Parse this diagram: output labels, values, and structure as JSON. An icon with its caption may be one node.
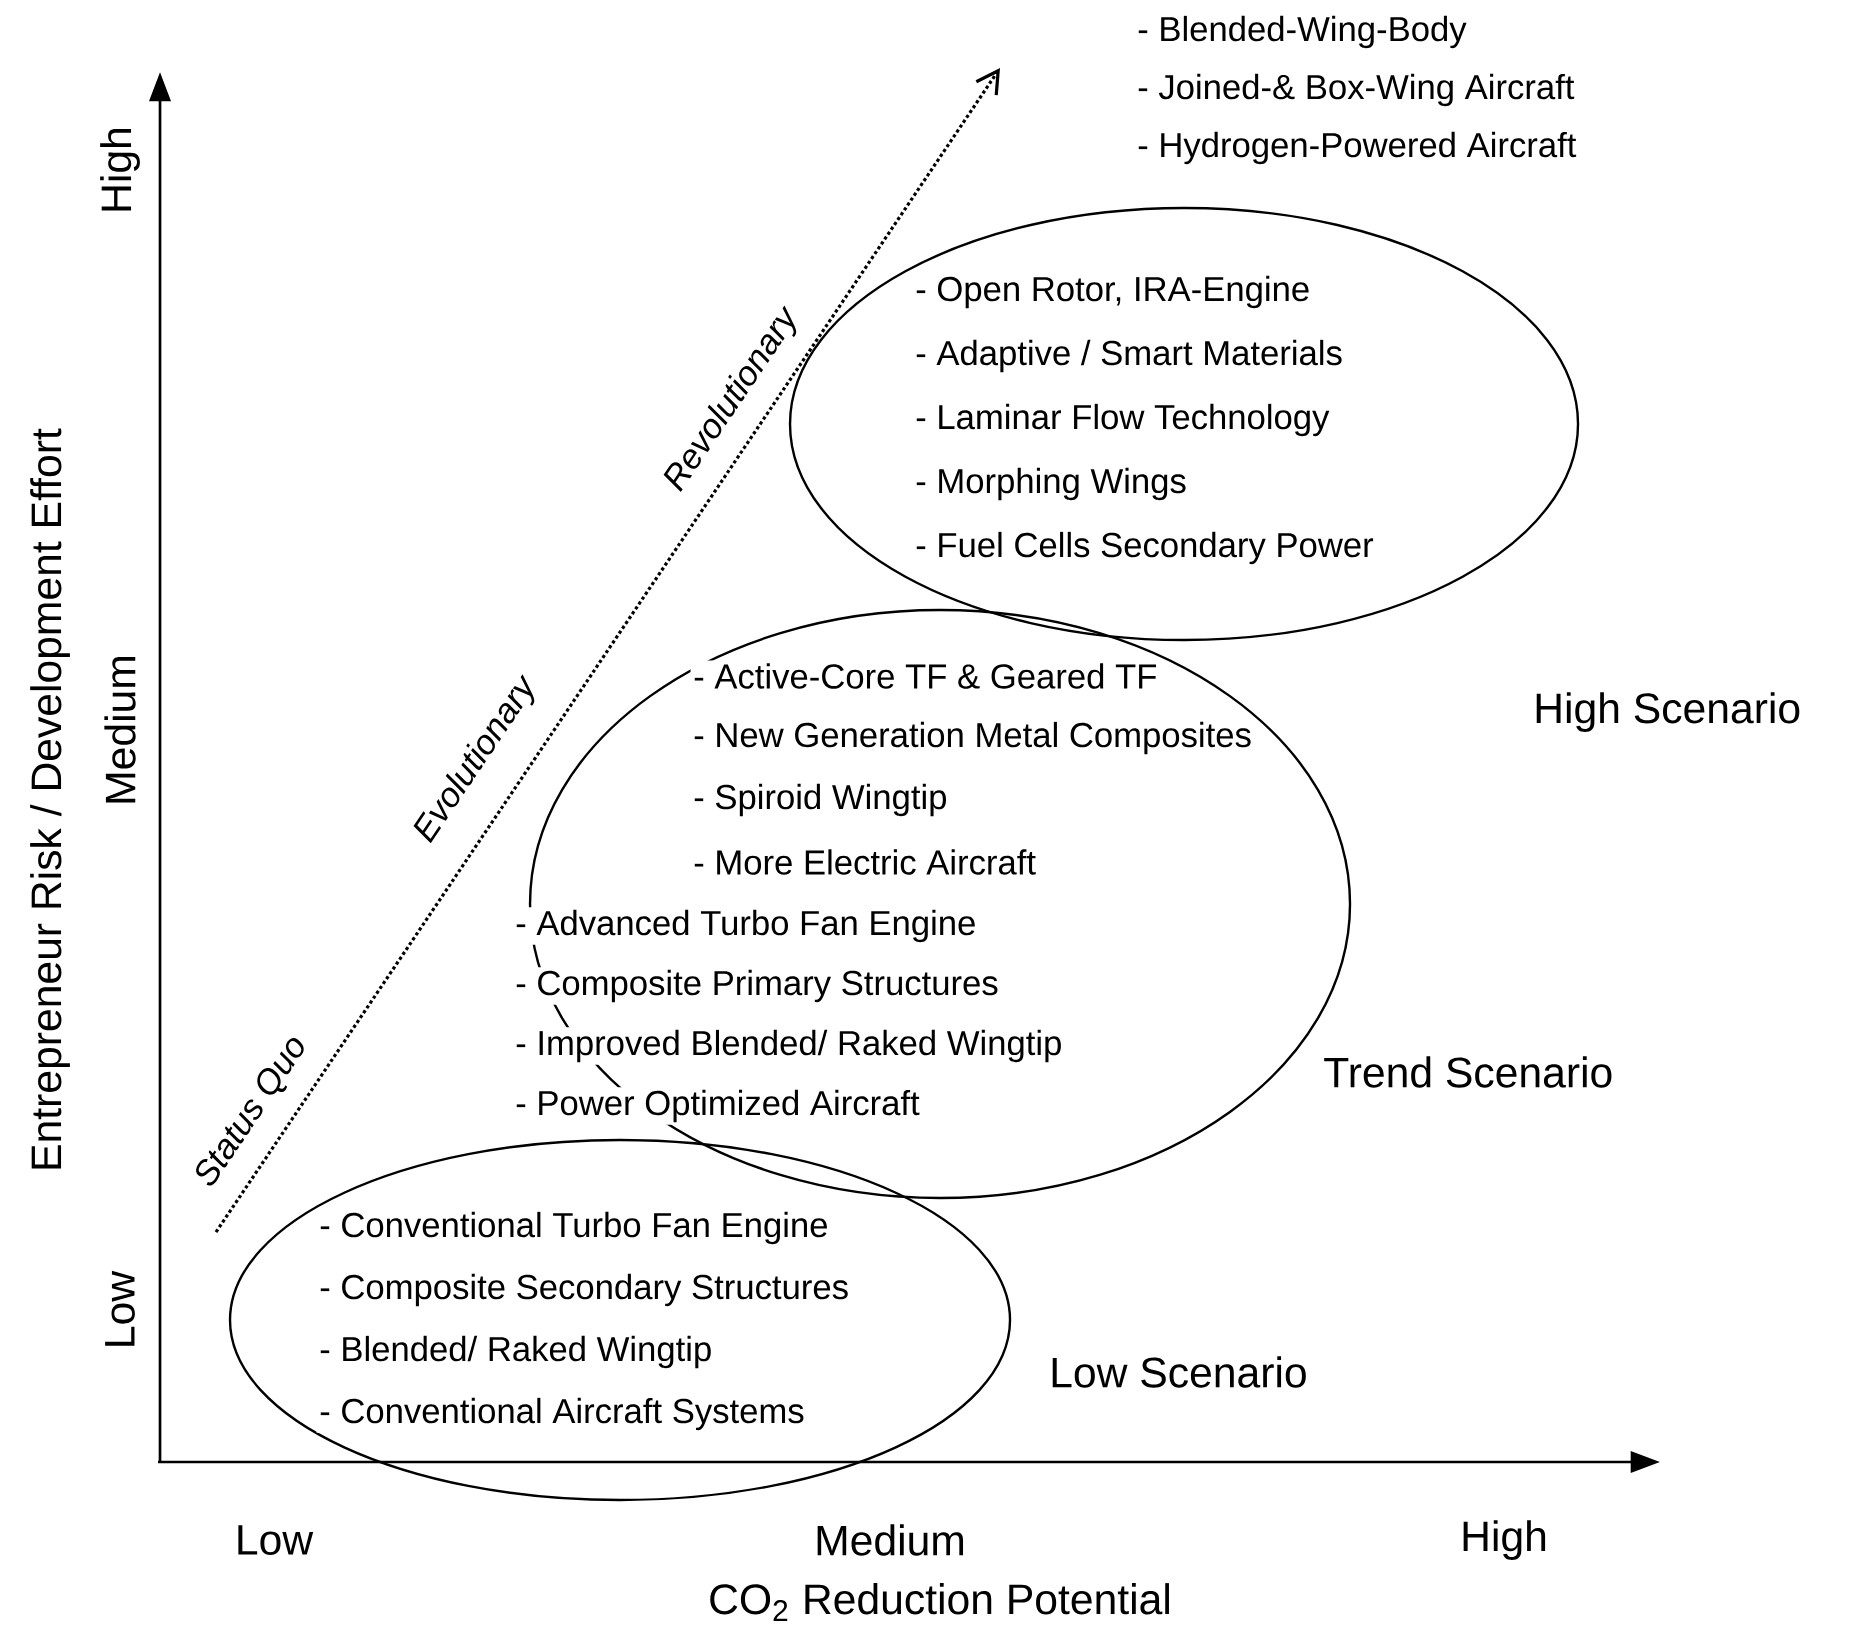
{
  "diagram": {
    "nodes": [
      {
        "text": [
          "- Open Rotor, IRA-Engine",
          "- Adaptive / Smart Materials",
          "- Laminar Flow Technology",
          "- Morphing Wings",
          "- Fuel Cells Secondary Power"
        ],
        "beside": [
          "High Scenario"
        ]
      },
      {
        "text": [
          "- Active-Core TF & Geared TF",
          "- New Generation Metal Composites",
          "- Spiroid Wingtip",
          "- More Electric Aircraft",
          "- Advanced Turbo Fan Engine",
          "- Composite Primary Structures",
          "- Improved Blended/ Raked Wingtip",
          "- Power Optimized Aircraft"
        ],
        "beside": [
          "Trend Scenario"
        ]
      },
      {
        "text": [
          "- Conventional Turbo Fan Engine",
          "- Composite Secondary Structures",
          "- Blended/ Raked Wingtip",
          "- Conventional Aircraft Systems"
        ],
        "beside": [
          "Low Scenario"
        ]
      }
    ],
    "labels": [
      "- Blended-Wing-Body",
      "- Joined-& Box-Wing Aircraft",
      "- Hydrogen-Powered Aircraft",
      "Entrepreneur Risk / Development Effort",
      "High",
      "Medium",
      "Low",
      "Revolutionary",
      "Evolutionary",
      "Status Quo",
      "Low",
      "Medium",
      "High",
      "CO$_{2}$ Reduction Potential"
    ]
  }
}
